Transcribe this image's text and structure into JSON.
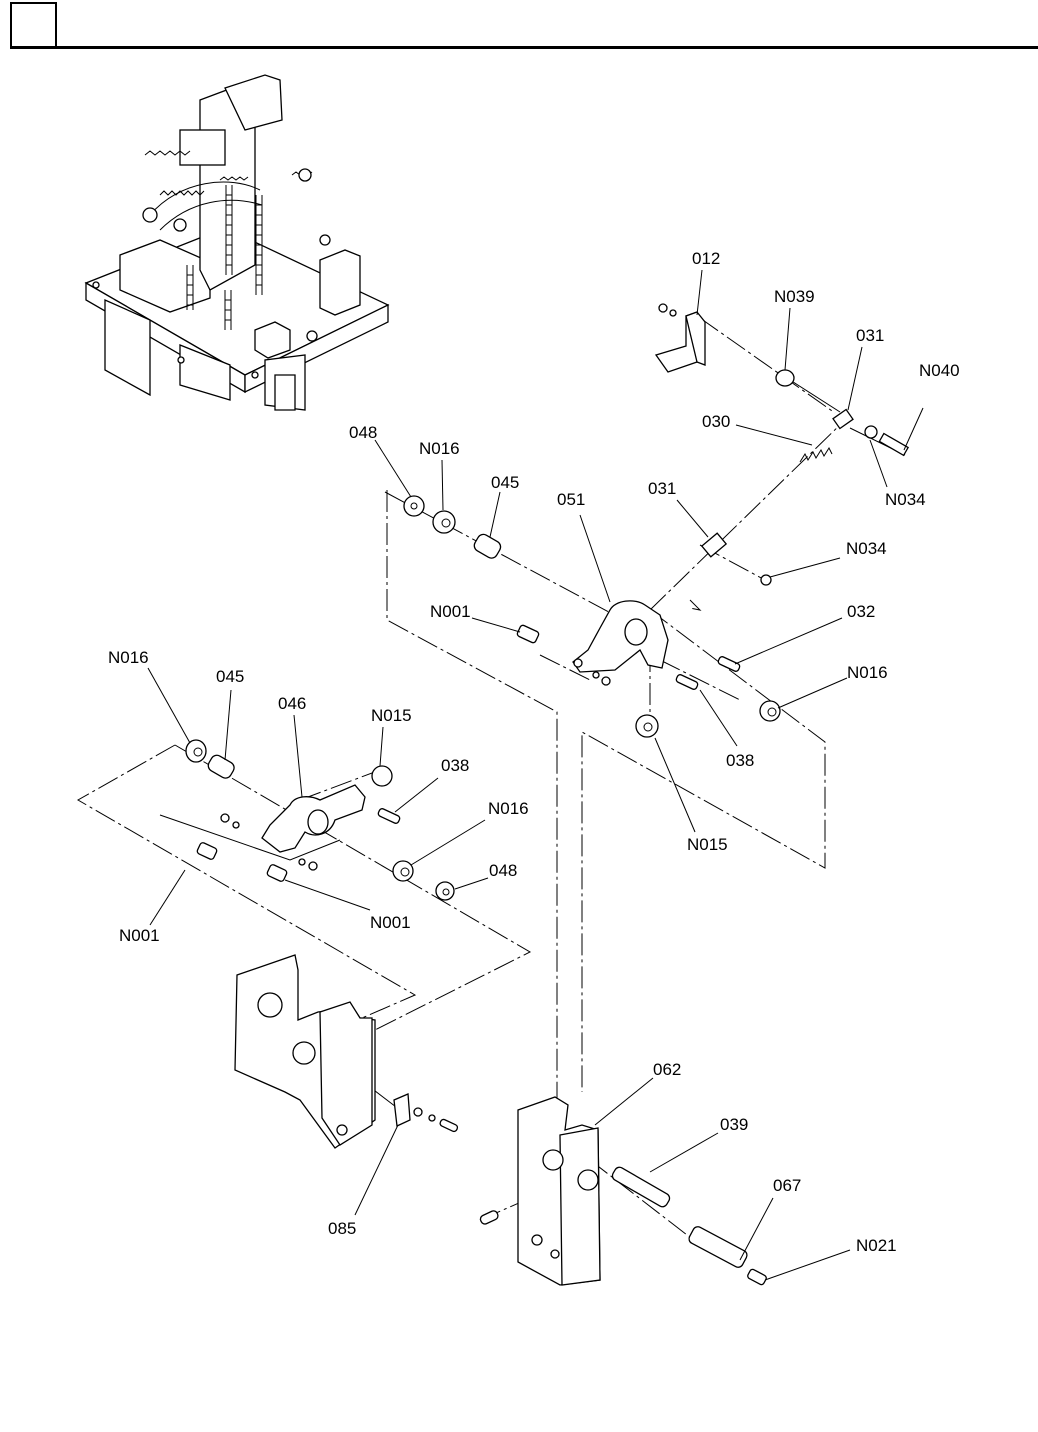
{
  "page": {
    "header_box_text": "",
    "section_title": ""
  },
  "diagram": {
    "type": "exploded-parts-view",
    "overview_image": "assembled-mechanism-illustration",
    "callouts": [
      {
        "id": "c-012",
        "label": "012"
      },
      {
        "id": "c-N039",
        "label": "N039"
      },
      {
        "id": "c-031a",
        "label": "031"
      },
      {
        "id": "c-N040",
        "label": "N040"
      },
      {
        "id": "c-030",
        "label": "030"
      },
      {
        "id": "c-N034a",
        "label": "N034"
      },
      {
        "id": "c-048a",
        "label": "048"
      },
      {
        "id": "c-N016a",
        "label": "N016"
      },
      {
        "id": "c-045a",
        "label": "045"
      },
      {
        "id": "c-051",
        "label": "051"
      },
      {
        "id": "c-031b",
        "label": "031"
      },
      {
        "id": "c-N034b",
        "label": "N034"
      },
      {
        "id": "c-N001a",
        "label": "N001"
      },
      {
        "id": "c-032",
        "label": "032"
      },
      {
        "id": "c-N016b",
        "label": "N016"
      },
      {
        "id": "c-038a",
        "label": "038"
      },
      {
        "id": "c-N015a",
        "label": "N015"
      },
      {
        "id": "c-N016c",
        "label": "N016"
      },
      {
        "id": "c-045b",
        "label": "045"
      },
      {
        "id": "c-046",
        "label": "046"
      },
      {
        "id": "c-N015b",
        "label": "N015"
      },
      {
        "id": "c-038b",
        "label": "038"
      },
      {
        "id": "c-N016d",
        "label": "N016"
      },
      {
        "id": "c-048b",
        "label": "048"
      },
      {
        "id": "c-N001b",
        "label": "N001"
      },
      {
        "id": "c-N001c",
        "label": "N001"
      },
      {
        "id": "c-085",
        "label": "085"
      },
      {
        "id": "c-062",
        "label": "062"
      },
      {
        "id": "c-039",
        "label": "039"
      },
      {
        "id": "c-067",
        "label": "067"
      },
      {
        "id": "c-N021",
        "label": "N021"
      }
    ]
  }
}
